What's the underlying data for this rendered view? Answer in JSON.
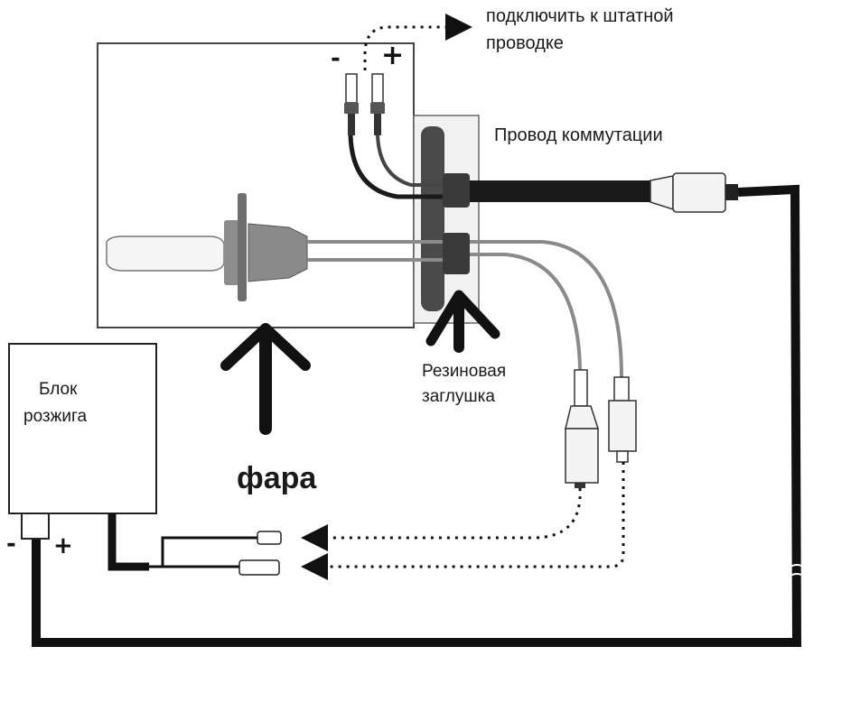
{
  "labels": {
    "connect_to_wiring_line1": "подключить к штатной",
    "connect_to_wiring_line2": "проводке",
    "switch_wire": "Провод коммутации",
    "rubber_plug_line1": "Резиновая",
    "rubber_plug_line2": "заглушка",
    "ignition_unit_line1": "Блок",
    "ignition_unit_line2": "розжига",
    "headlight": "фара"
  },
  "polarity": {
    "top_minus": "-",
    "top_plus": "+",
    "ballast_minus": "-",
    "ballast_plus": "+"
  },
  "colors": {
    "line": "#111111",
    "wire_gray": "#7a7a7a",
    "bulb_gray": "#8a8a8a",
    "background": "#ffffff"
  }
}
